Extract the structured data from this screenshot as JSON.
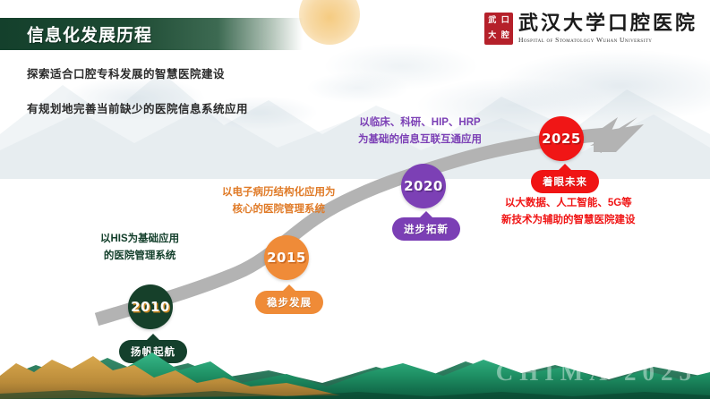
{
  "header": {
    "title": "信息化发展历程",
    "logo": {
      "seal_chars": [
        "武",
        "口",
        "大",
        "腔"
      ],
      "name_cn": "武汉大学口腔医院",
      "name_en": "Hospital of Stomatology Wuhan University"
    }
  },
  "bullets": [
    "探索适合口腔专科发展的智慧医院建设",
    "有规划地完善当前缺少的医院信息系统应用"
  ],
  "timeline": {
    "nodes": [
      {
        "year": "2010",
        "chip": "扬帆起航",
        "desc_line1": "以HIS为基础应用",
        "desc_line2": "的医院管理系统",
        "color": "#14402c"
      },
      {
        "year": "2015",
        "chip": "稳步发展",
        "desc_line1": "以电子病历结构化应用为",
        "desc_line2": "核心的医院管理系统",
        "color": "#ef8b37"
      },
      {
        "year": "2020",
        "chip": "进步拓新",
        "desc_line1": "以临床、科研、HIP、HRP",
        "desc_line2": "为基础的信息互联互通应用",
        "color": "#7b3fb5"
      },
      {
        "year": "2025",
        "chip": "着眼未来",
        "desc_line1": "以大数据、人工智能、5G等",
        "desc_line2": "新技术为辅助的智慧医院建设",
        "color": "#f01414"
      }
    ],
    "arrow_color": "#b3b3b3"
  },
  "footer": {
    "watermark": "CHIMA  2025"
  }
}
